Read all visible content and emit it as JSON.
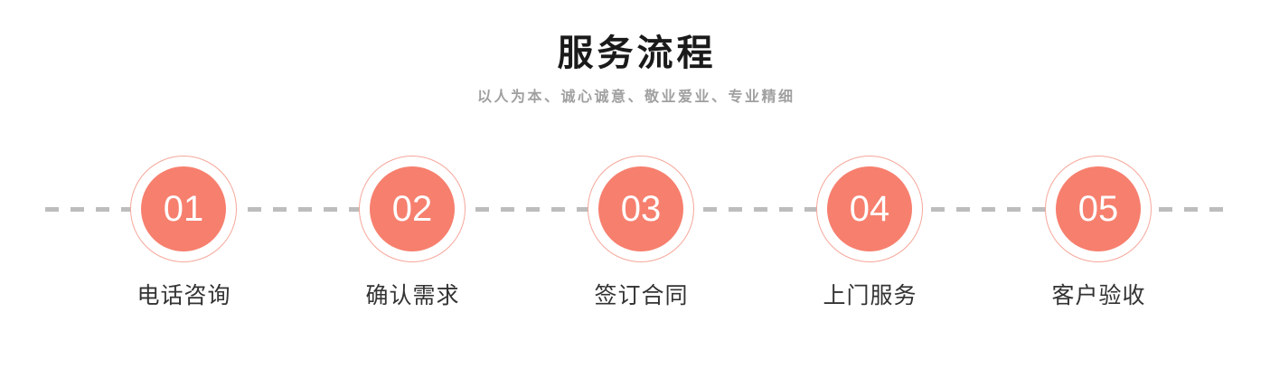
{
  "header": {
    "title": "服务流程",
    "subtitle": "以人为本、诚心诚意、敬业爱业、专业精细"
  },
  "theme": {
    "accent": "#f77f6e",
    "accent_ring": "#f6a79b",
    "line": "#bdbdbd",
    "title_color": "#1a1a1a",
    "subtitle_color": "#a0a0a0",
    "label_color": "#333333",
    "background": "#ffffff"
  },
  "flow": {
    "steps": [
      {
        "number": "01",
        "label": "电话咨询"
      },
      {
        "number": "02",
        "label": "确认需求"
      },
      {
        "number": "03",
        "label": "签订合同"
      },
      {
        "number": "04",
        "label": "上门服务"
      },
      {
        "number": "05",
        "label": "客户验收"
      }
    ]
  }
}
